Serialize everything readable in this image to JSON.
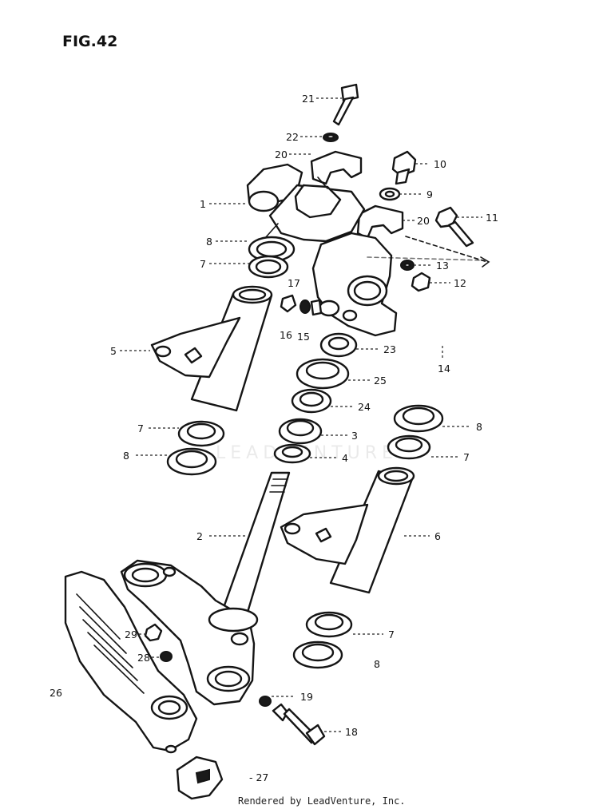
{
  "figure": {
    "title": "FIG.42",
    "page_number": "- 27"
  },
  "footer": {
    "credit": "Rendered by LeadVenture, Inc."
  },
  "watermark": {
    "text": "LEADVENTURE"
  },
  "callouts": [
    {
      "id": "21",
      "label": "21"
    },
    {
      "id": "22",
      "label": "22"
    },
    {
      "id": "20a",
      "label": "20"
    },
    {
      "id": "10",
      "label": "10"
    },
    {
      "id": "9",
      "label": "9"
    },
    {
      "id": "1",
      "label": "1"
    },
    {
      "id": "20b",
      "label": "20"
    },
    {
      "id": "11",
      "label": "11"
    },
    {
      "id": "8a",
      "label": "8"
    },
    {
      "id": "13",
      "label": "13"
    },
    {
      "id": "7a",
      "label": "7"
    },
    {
      "id": "17",
      "label": "17"
    },
    {
      "id": "12",
      "label": "12"
    },
    {
      "id": "16",
      "label": "16"
    },
    {
      "id": "15",
      "label": "15"
    },
    {
      "id": "5",
      "label": "5"
    },
    {
      "id": "23",
      "label": "23"
    },
    {
      "id": "14",
      "label": "14"
    },
    {
      "id": "25",
      "label": "25"
    },
    {
      "id": "24",
      "label": "24"
    },
    {
      "id": "7b",
      "label": "7"
    },
    {
      "id": "8b",
      "label": "8"
    },
    {
      "id": "3",
      "label": "3"
    },
    {
      "id": "8c",
      "label": "8"
    },
    {
      "id": "7c",
      "label": "7"
    },
    {
      "id": "4",
      "label": "4"
    },
    {
      "id": "2",
      "label": "2"
    },
    {
      "id": "6",
      "label": "6"
    },
    {
      "id": "7d",
      "label": "7"
    },
    {
      "id": "29",
      "label": "29"
    },
    {
      "id": "28",
      "label": "28"
    },
    {
      "id": "8d",
      "label": "8"
    },
    {
      "id": "26",
      "label": "26"
    },
    {
      "id": "19",
      "label": "19"
    },
    {
      "id": "18",
      "label": "18"
    }
  ]
}
